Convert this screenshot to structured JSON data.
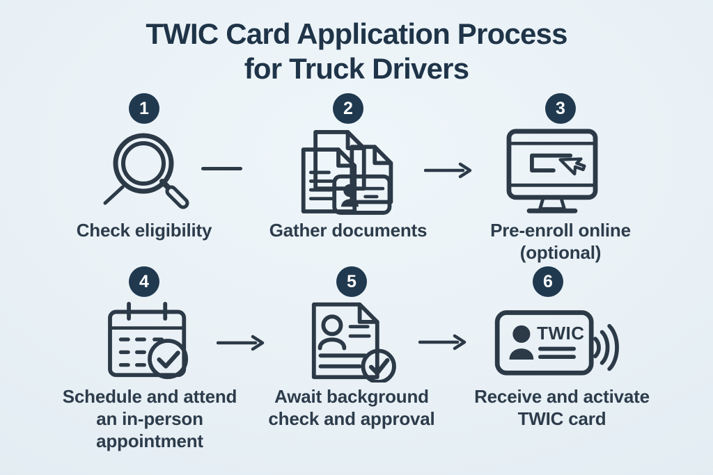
{
  "title": {
    "lines": [
      "TWIC Card Application Process",
      "for Truck Drivers"
    ]
  },
  "colors": {
    "background": "#e9f1f6",
    "ink": "#2c3947",
    "badge_fill": "#20394f",
    "badge_text": "#ffffff",
    "title_text": "#1f3448",
    "label_text": "#2d3c4b"
  },
  "steps": [
    {
      "number": "1",
      "icon": "magnifier-icon",
      "label_lines": [
        "Check eligibility"
      ]
    },
    {
      "number": "2",
      "icon": "documents-icon",
      "label_lines": [
        "Gather documents"
      ]
    },
    {
      "number": "3",
      "icon": "monitor-cursor-icon",
      "label_lines": [
        "Pre-enroll online",
        "(optional)"
      ]
    },
    {
      "number": "4",
      "icon": "calendar-check-icon",
      "label_lines": [
        "Schedule and attend",
        "an in-person",
        "appointment"
      ]
    },
    {
      "number": "5",
      "icon": "background-check-document-icon",
      "label_lines": [
        "Await background",
        "check and approval"
      ]
    },
    {
      "number": "6",
      "icon": "twic-card-icon",
      "card_text": "TWIC",
      "label_lines": [
        "Receive and activate",
        "TWIC card"
      ]
    }
  ],
  "connectors": [
    {
      "from": "1",
      "to": "2",
      "type": "line"
    },
    {
      "from": "2",
      "to": "3",
      "type": "arrow"
    },
    {
      "from": "4",
      "to": "5",
      "type": "arrow"
    },
    {
      "from": "5",
      "to": "6",
      "type": "arrow"
    }
  ]
}
